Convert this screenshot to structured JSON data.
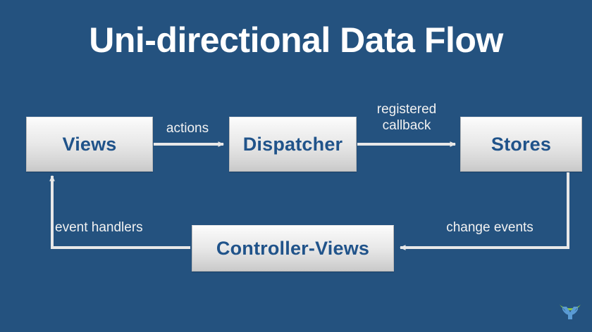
{
  "slide": {
    "title": "Uni-directional Data Flow",
    "background_color": "#24527f",
    "title_color": "#ffffff",
    "node_text_color": "#20538a",
    "edge_color": "#e8e8e8",
    "label_color": "#f2f2f2"
  },
  "nodes": [
    {
      "id": "views",
      "label": "Views"
    },
    {
      "id": "dispatcher",
      "label": "Dispatcher"
    },
    {
      "id": "stores",
      "label": "Stores"
    },
    {
      "id": "controller-views",
      "label": "Controller-Views"
    }
  ],
  "edges": [
    {
      "id": "views-to-dispatcher",
      "label": "actions",
      "from": "views",
      "to": "dispatcher"
    },
    {
      "id": "dispatcher-to-stores",
      "label": "registered\ncallback",
      "from": "dispatcher",
      "to": "stores"
    },
    {
      "id": "stores-to-controller-views",
      "label": "change events",
      "from": "stores",
      "to": "controller-views"
    },
    {
      "id": "controller-views-to-views",
      "label": "event handlers",
      "from": "controller-views",
      "to": "views"
    }
  ],
  "logo": {
    "name": "logo-mark",
    "arc_color": "#8cc63e",
    "figure_color": "#5a9bd4"
  }
}
